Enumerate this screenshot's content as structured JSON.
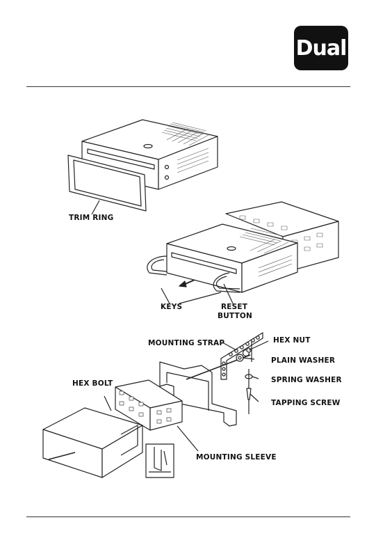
{
  "brand": {
    "logo_text": "Dual"
  },
  "labels": {
    "trim_ring": "TRIM RING",
    "keys": "KEYS",
    "reset_button_line1": "RESET",
    "reset_button_line2": "BUTTON",
    "mounting_strap": "MOUNTING STRAP",
    "hex_nut": "HEX NUT",
    "plain_washer": "PLAIN WASHER",
    "spring_washer": "SPRING WASHER",
    "tapping_screw": "TAPPING SCREW",
    "hex_bolt": "HEX BOLT",
    "mounting_sleeve": "MOUNTING SLEEVE"
  }
}
